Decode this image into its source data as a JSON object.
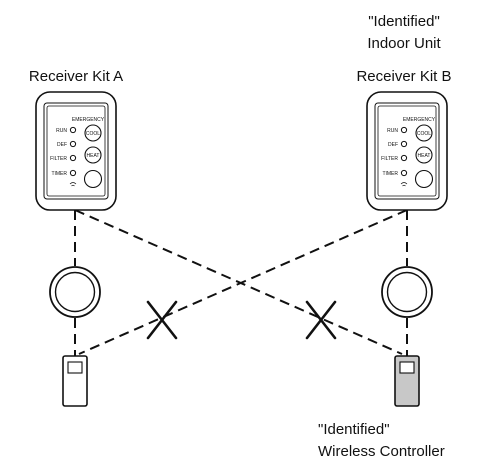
{
  "labels": {
    "receiver_a": "Receiver Kit A",
    "receiver_b": "Receiver Kit B",
    "identified_unit_line1": "\"Identified\"",
    "identified_unit_line2": "Indoor Unit",
    "identified_ctrl_line1": "\"Identified\"",
    "identified_ctrl_line2": "Wireless Controller"
  },
  "panel": {
    "emergency": "EMERGENCY",
    "indicators": [
      "RUN",
      "DEF",
      "FILTER",
      "TIMER"
    ],
    "buttons": [
      "COOL",
      "HEAT"
    ]
  },
  "colors": {
    "line": "#111111",
    "identified_controller_fill": "#c8c8c8",
    "controller_fill": "#ffffff"
  }
}
